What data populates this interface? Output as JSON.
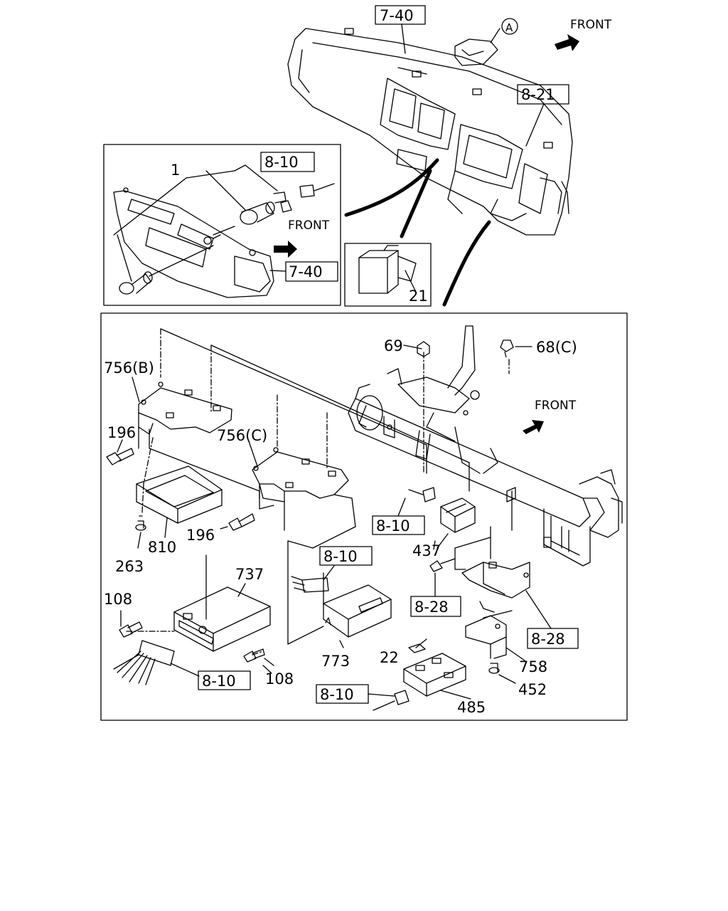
{
  "top_section": {
    "ref_7_40": "7-40",
    "callout_a": "A",
    "front": "FRONT",
    "ref_8_21": "8-21"
  },
  "inset_left": {
    "label_1": "1",
    "ref_8_10": "8-10",
    "front": "FRONT",
    "ref_7_40": "7-40"
  },
  "inset_right": {
    "label_21": "21"
  },
  "main": {
    "front": "FRONT",
    "labels": {
      "l69": "69",
      "l68c": "68(C)",
      "l756b": "756(B)",
      "l196a": "196",
      "l756c": "756(C)",
      "l263": "263",
      "l810": "810",
      "l196b": "196",
      "l737": "737",
      "l108a": "108",
      "l108b": "108",
      "l773": "773",
      "l437": "437",
      "l22": "22",
      "l758": "758",
      "l452": "452",
      "l485": "485"
    },
    "refs": {
      "r8_10_a": "8-10",
      "r8_10_b": "8-10",
      "r8_10_c": "8-10",
      "r8_10_d": "8-10",
      "r8_28_a": "8-28",
      "r8_28_b": "8-28"
    }
  }
}
